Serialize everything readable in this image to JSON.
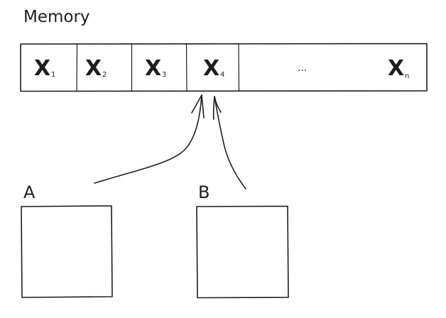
{
  "diagram": {
    "title": "Memory",
    "cells": [
      {
        "var": "X",
        "sub": "1"
      },
      {
        "var": "X",
        "sub": "2"
      },
      {
        "var": "X",
        "sub": "3"
      },
      {
        "var": "X",
        "sub": "4"
      },
      {
        "ellipsis": "..."
      },
      {
        "var": "X",
        "sub": "n"
      }
    ],
    "boxes": [
      {
        "label": "A"
      },
      {
        "label": "B"
      }
    ],
    "arrows": [
      {
        "from": "A",
        "to": "X4"
      },
      {
        "from": "B",
        "to": "X4"
      }
    ]
  }
}
